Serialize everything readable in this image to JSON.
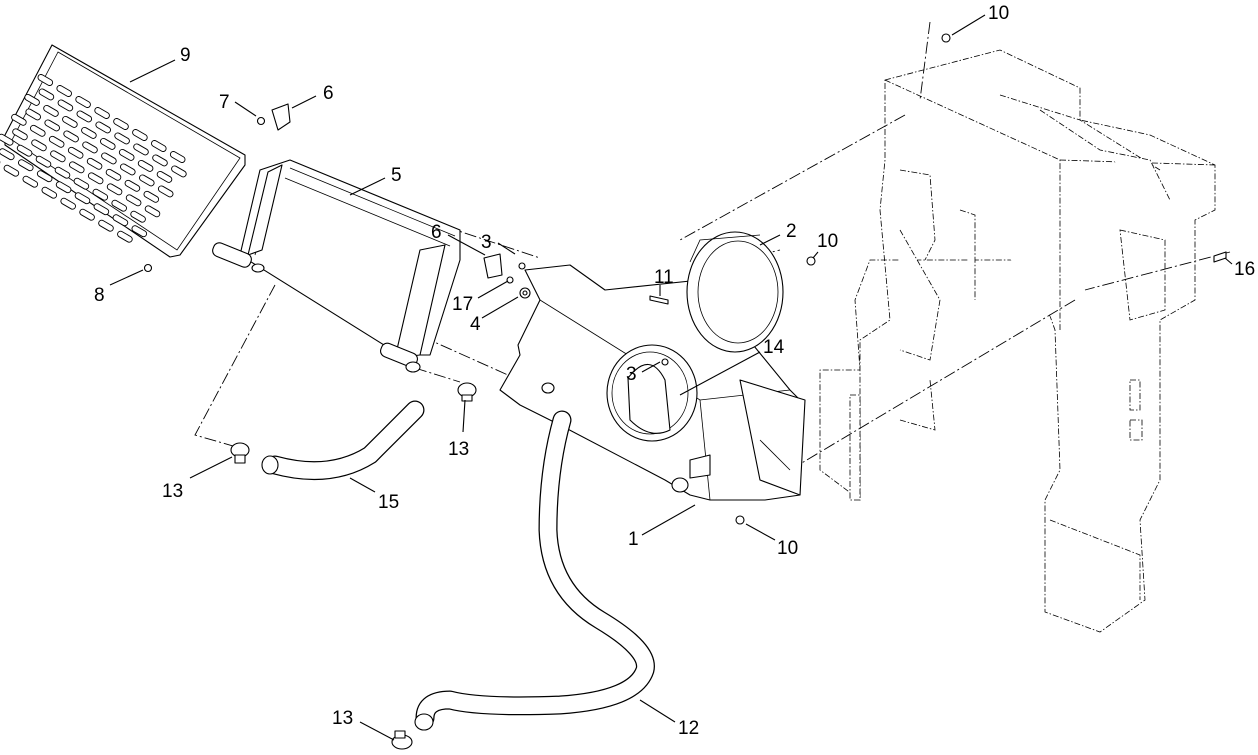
{
  "callouts": {
    "c1": "1",
    "c2": "2",
    "c3a": "3",
    "c3b": "3",
    "c4": "4",
    "c5": "5",
    "c6a": "6",
    "c6b": "6",
    "c7": "7",
    "c8": "8",
    "c9": "9",
    "c10a": "10",
    "c10b": "10",
    "c10c": "10",
    "c11": "11",
    "c12": "12",
    "c13a": "13",
    "c13b": "13",
    "c13c": "13",
    "c14": "14",
    "c15": "15",
    "c16": "16",
    "c17": "17"
  }
}
